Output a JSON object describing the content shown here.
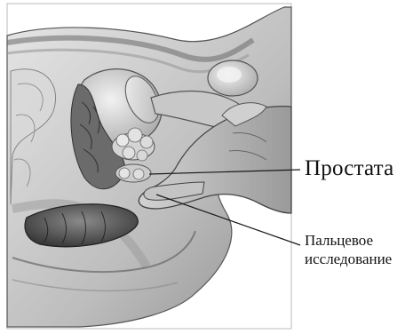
{
  "labels": {
    "prostate": "Простата",
    "digital_exam_line1": "Пальцевое",
    "digital_exam_line2": "исследование"
  },
  "colors": {
    "background": "#ffffff",
    "ink": "#1a1a1a",
    "shade_dark": "#4a4a4a",
    "shade_mid": "#8c8c8c",
    "shade_light": "#cfcfcf"
  },
  "style": "grayscale medical illustration"
}
